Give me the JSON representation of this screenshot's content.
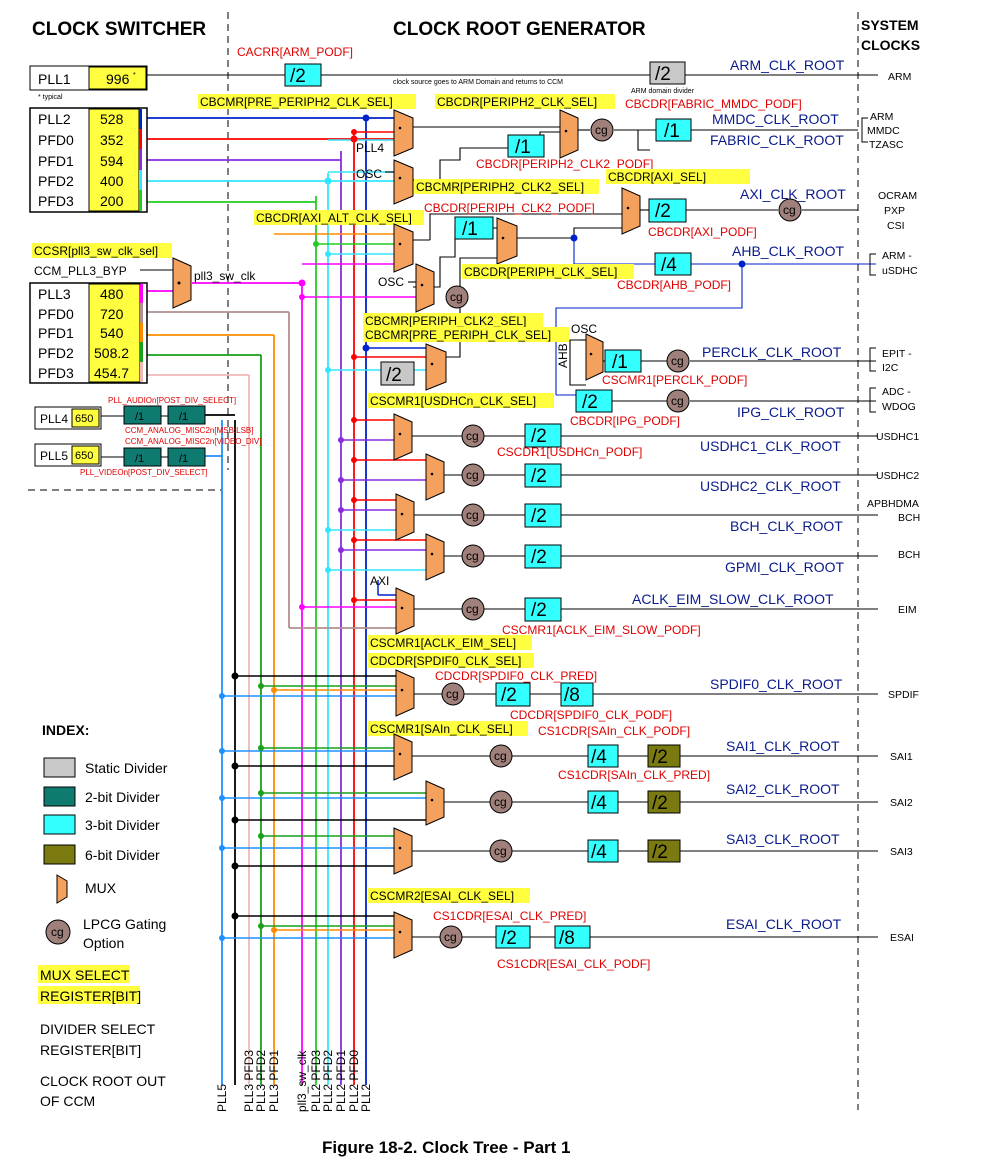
{
  "headers": {
    "clock_switcher": "CLOCK SWITCHER",
    "root_generator": "CLOCK ROOT GENERATOR",
    "system_clocks_1": "SYSTEM",
    "system_clocks_2": "CLOCKS"
  },
  "caption": "Figure 18-2. Clock Tree - Part 1",
  "colors": {
    "mux": "#f5a15e",
    "static_divider": "#c8c8c8",
    "two_bit_divider": "#0f7a70",
    "three_bit_divider": "#33ffff",
    "six_bit_divider": "#7a7a10",
    "cg": "#a0807a",
    "highlight": "#ffff40",
    "register_text": "#e00000",
    "root_text": "#0a1a8c"
  },
  "plls": {
    "pll1": {
      "name": "PLL1",
      "value": "996",
      "mark": "*",
      "note": "* typical"
    },
    "pll2_group": [
      {
        "name": "PLL2",
        "value": "528"
      },
      {
        "name": "PFD0",
        "value": "352"
      },
      {
        "name": "PFD1",
        "value": "594"
      },
      {
        "name": "PFD2",
        "value": "400"
      },
      {
        "name": "PFD3",
        "value": "200"
      }
    ],
    "pll3_group": [
      {
        "name": "PLL3",
        "value": "480"
      },
      {
        "name": "PFD0",
        "value": "720"
      },
      {
        "name": "PFD1",
        "value": "540"
      },
      {
        "name": "PFD2",
        "value": "508.2"
      },
      {
        "name": "PFD3",
        "value": "454.7"
      }
    ],
    "pll4": {
      "name": "PLL4",
      "value": "650"
    },
    "pll5": {
      "name": "PLL5",
      "value": "650"
    }
  },
  "switcher": {
    "ccsr": "CCSR[pll3_sw_clk_sel]",
    "byp": "CCM_PLL3_BYP",
    "sw_clk": "pll3_sw_clk",
    "pll4_post": "PLL_AUDIOn[POST_DIV_SELECT]",
    "pll4_misc": "CCM_ANALOG_MISC2n[MSB:LSB]",
    "pll5_misc": "CCM_ANALOG_MISC2n[VIDEO_DIV]",
    "pll5_post": "PLL_VIDEOn[POST_DIV_SELECT]",
    "div1": "/1"
  },
  "registers": {
    "cacrr": "CACRR[ARM_PODF]",
    "arm_note": "clock source goes to ARM Domain and returns to CCM",
    "arm_domain_div": "ARM domain divider",
    "pre_periph2": "CBCMR[PRE_PERIPH2_CLK_SEL]",
    "periph2": "CBCDR[PERIPH2_CLK_SEL]",
    "fabric_podf": "CBCDR[FABRIC_MMDC_PODF]",
    "periph2_clk2_podf": "CBCDR[PERIPH2_CLK2_PODF]",
    "periph2_clk2_sel": "CBCMR[PERIPH2_CLK2_SEL]",
    "axi_sel": "CBCDR[AXI_SEL]",
    "axi_alt": "CBCDR[AXI_ALT_CLK_SEL]",
    "periph_clk2_podf": "CBCDR[PERIPH_CLK2_PODF]",
    "axi_podf": "CBCDR[AXI_PODF]",
    "periph_sel": "CBCDR[PERIPH_CLK_SEL]",
    "ahb_podf": "CBCDR[AHB_PODF]",
    "periph_clk2_sel": "CBCMR[PERIPH_CLK2_SEL]",
    "pre_periph": "CBCMR[PRE_PERIPH_CLK_SEL]",
    "perclk_podf": "CSCMR1[PERCLK_PODF]",
    "ipg_podf": "CBCDR[IPG_PODF]",
    "usdhc_sel": "CSCMR1[USDHCn_CLK_SEL]",
    "usdhc_podf": "CSCDR1[USDHCn_PODF]",
    "eim_slow_podf": "CSCMR1[ACLK_EIM_SLOW_PODF]",
    "eim_sel": "CSCMR1[ACLK_EIM_SEL]",
    "spdif_sel": "CDCDR[SPDIF0_CLK_SEL]",
    "spdif_pred": "CDCDR[SPDIF0_CLK_PRED]",
    "spdif_podf": "CDCDR[SPDIF0_CLK_PODF]",
    "sai_sel": "CSCMR1[SAIn_CLK_SEL]",
    "sai_podf": "CS1CDR[SAIn_CLK_PODF]",
    "sai_pred": "CS1CDR[SAIn_CLK_PRED]",
    "esai_sel": "CSCMR2[ESAI_CLK_SEL]",
    "esai_pred": "CS1CDR[ESAI_CLK_PRED]",
    "esai_podf": "CS1CDR[ESAI_CLK_PODF]"
  },
  "inputs": {
    "pll4": "PLL4",
    "osc": "OSC",
    "axi": "AXI",
    "ahb": "AHB"
  },
  "dividers": {
    "d1": "/1",
    "d2": "/2",
    "d4": "/4",
    "d8": "/8",
    "cg": "cg"
  },
  "roots": {
    "arm": "ARM_CLK_ROOT",
    "mmdc": "MMDC_CLK_ROOT",
    "fabric": "FABRIC_CLK_ROOT",
    "axi": "AXI_CLK_ROOT",
    "ahb": "AHB_CLK_ROOT",
    "perclk": "PERCLK_CLK_ROOT",
    "ipg": "IPG_CLK_ROOT",
    "usdhc1": "USDHC1_CLK_ROOT",
    "usdhc2": "USDHC2_CLK_ROOT",
    "bch": "BCH_CLK_ROOT",
    "gpmi": "GPMI_CLK_ROOT",
    "eim": "ACLK_EIM_SLOW_CLK_ROOT",
    "spdif": "SPDIF0_CLK_ROOT",
    "sai1": "SAI1_CLK_ROOT",
    "sai2": "SAI2_CLK_ROOT",
    "sai3": "SAI3_CLK_ROOT",
    "esai": "ESAI_CLK_ROOT"
  },
  "system_clocks": {
    "arm": "ARM",
    "arm2": "ARM",
    "mmdc": "MMDC",
    "tzasc": "TZASC",
    "ocram": "OCRAM",
    "pxp": "PXP",
    "csi": "CSI",
    "arm_usdhc_1": "ARM -",
    "arm_usdhc_2": "uSDHC",
    "epit_1": "EPIT -",
    "epit_2": "I2C",
    "adc_1": "ADC -",
    "adc_2": "WDOG",
    "usdhc1": "USDHC1",
    "usdhc2": "USDHC2",
    "apbhdma_1": "APBHDMA",
    "apbhdma_2": "BCH",
    "bch": "BCH",
    "eim": "EIM",
    "spdif": "SPDIF",
    "sai1": "SAI1",
    "sai2": "SAI2",
    "sai3": "SAI3",
    "esai": "ESAI"
  },
  "bottom_labels": [
    "PLL5",
    "PLL3 PFD3",
    "PLL3 PFD2",
    "PLL3 PFD1",
    "pll3_sw_clk",
    "PLL2 PFD3",
    "PLL2 PFD2",
    "PLL2 PFD1",
    "PLL2 PFD0",
    "PLL2"
  ],
  "index": {
    "title": "INDEX:",
    "static": "Static Divider",
    "two_bit": "2-bit Divider",
    "three_bit": "3-bit Divider",
    "six_bit": "6-bit Divider",
    "mux": "MUX",
    "lpcg_1": "LPCG Gating",
    "lpcg_2": "Option",
    "mux_sel_1": "MUX SELECT",
    "mux_sel_2": "REGISTER[BIT]",
    "div_sel_1": "DIVIDER SELECT",
    "div_sel_2": "REGISTER[BIT]",
    "root_out_1": "CLOCK ROOT OUT",
    "root_out_2": "OF CCM"
  }
}
